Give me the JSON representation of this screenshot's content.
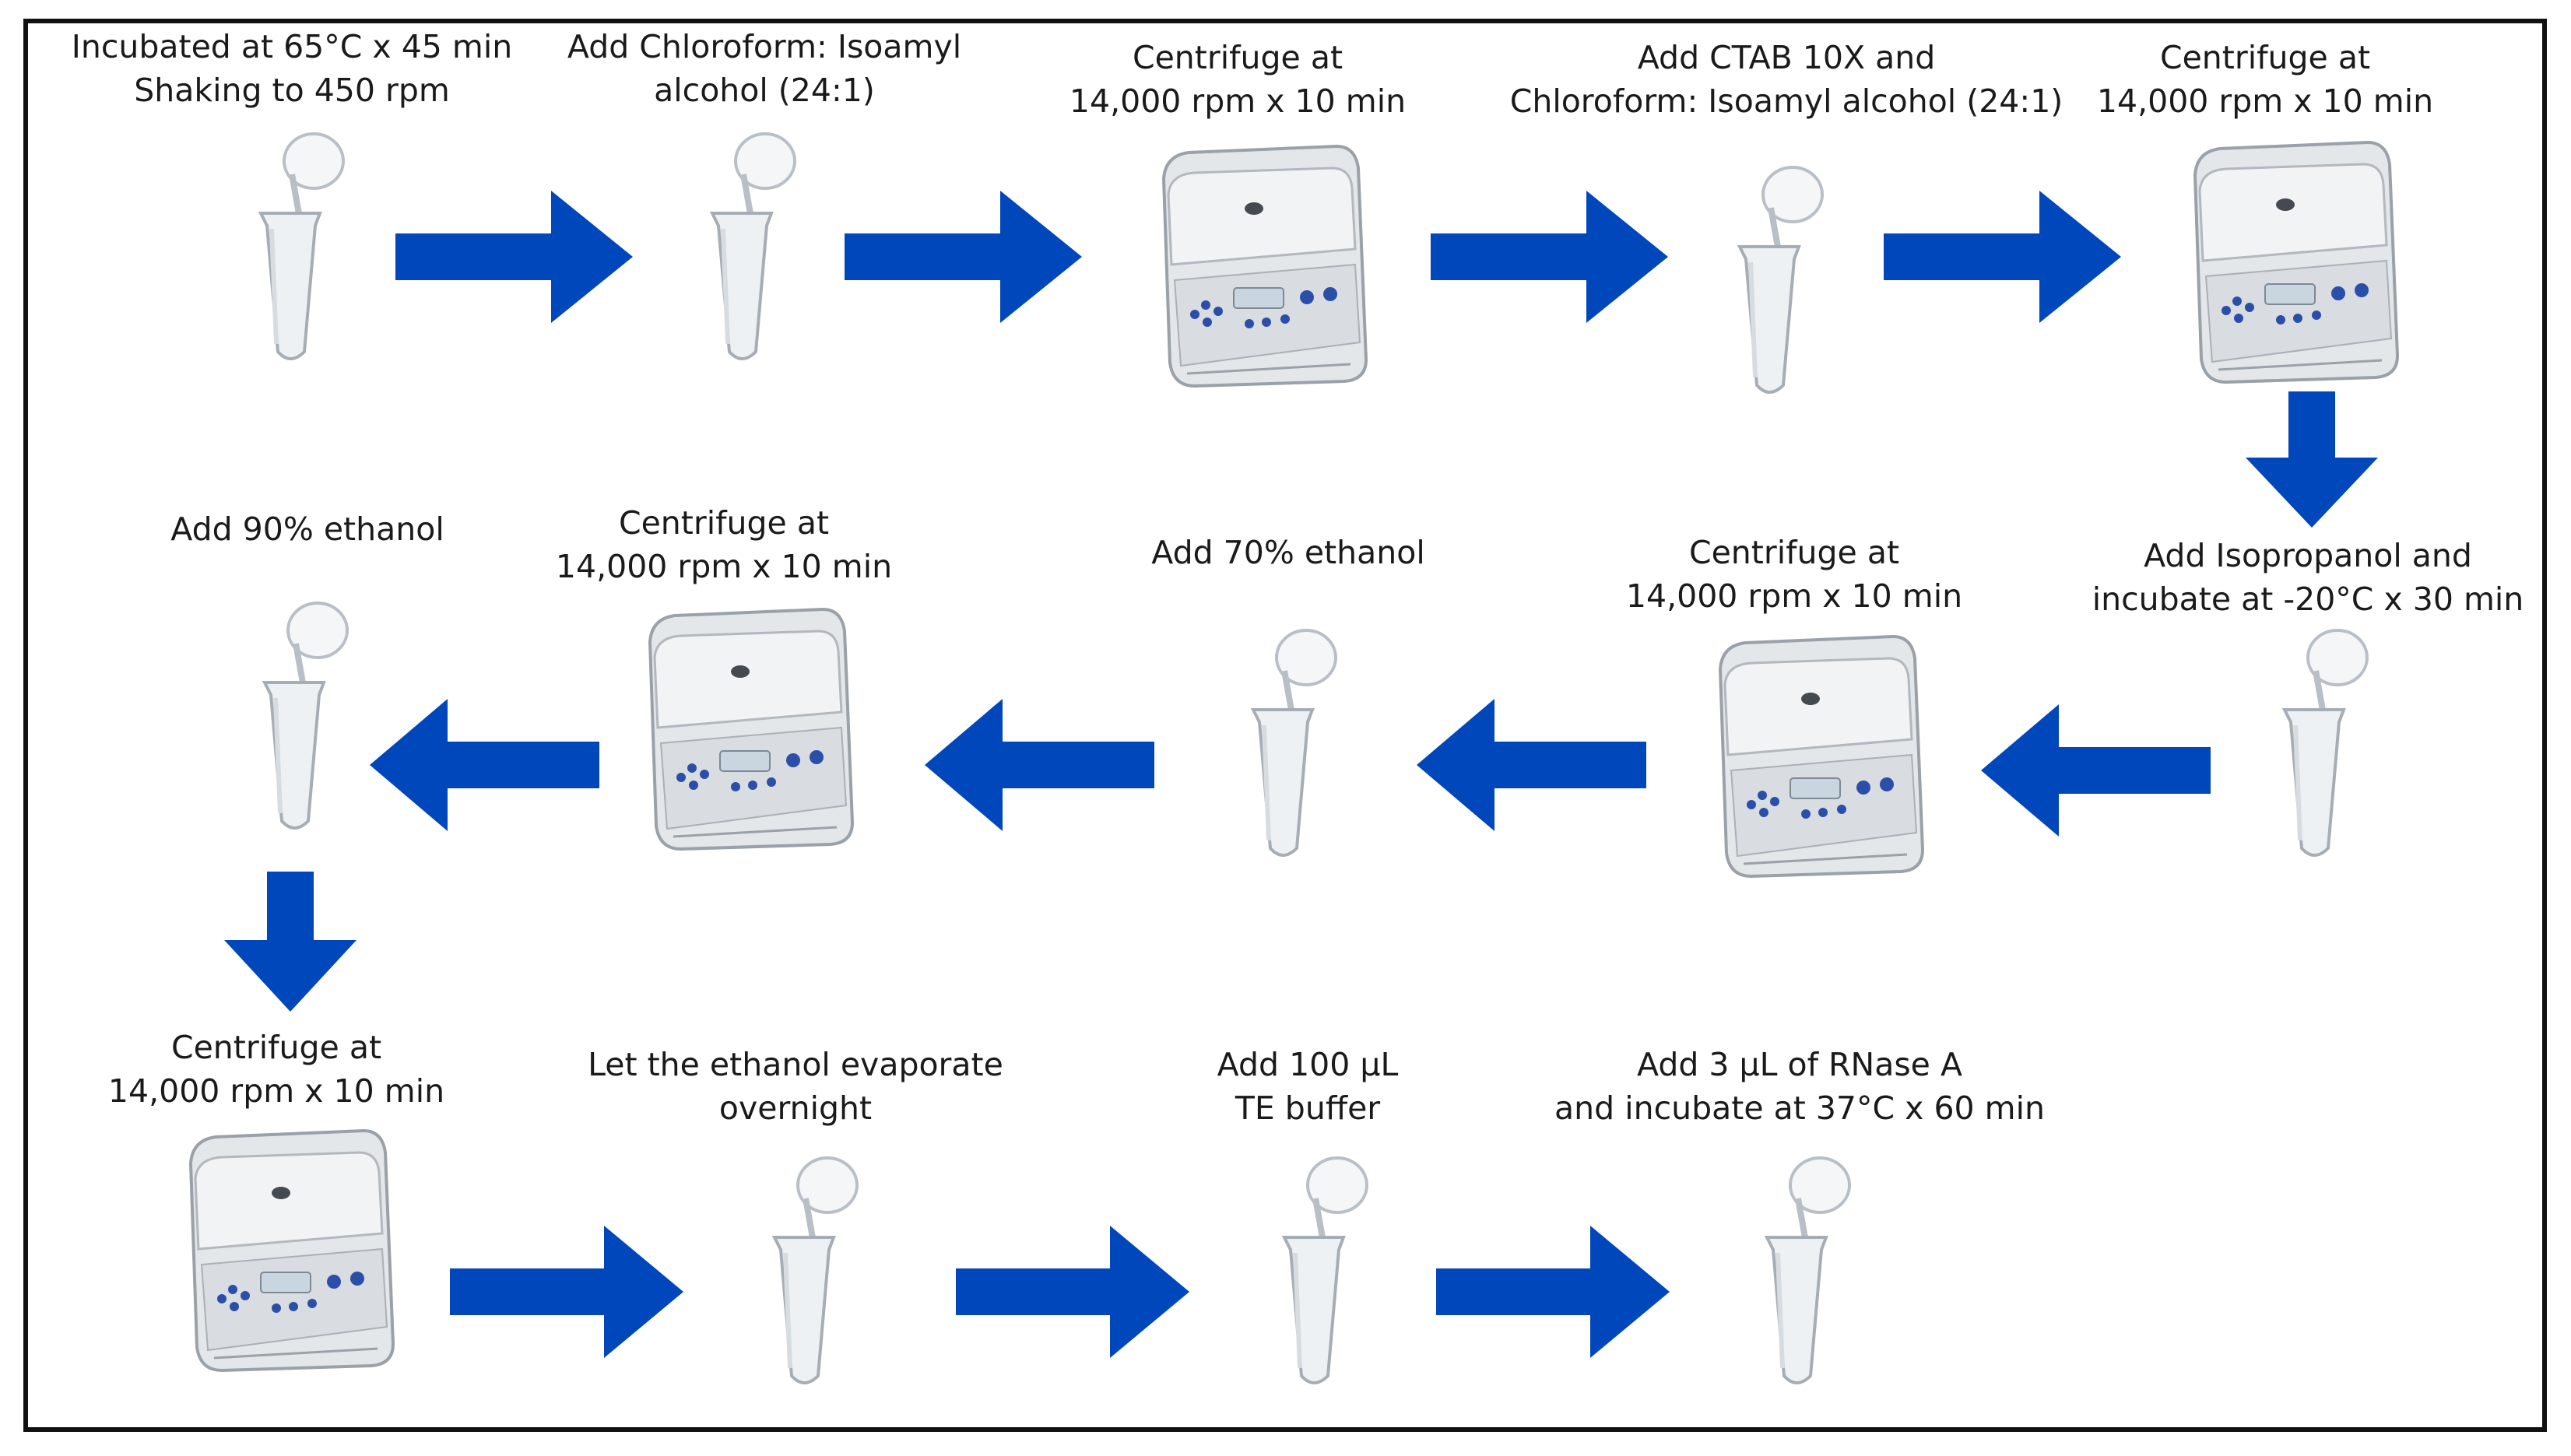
{
  "colors": {
    "arrow": "#0047bb",
    "border": "#111111",
    "text": "#1a1a1a"
  },
  "steps": [
    {
      "label": "Incubated at 65°C x 45 min\nShaking to 450 rpm",
      "icon": "tube-icon"
    },
    {
      "label": "Add Chloroform: Isoamyl\nalcohol (24:1)",
      "icon": "tube-icon"
    },
    {
      "label": "Centrifuge at\n14,000 rpm x 10 min",
      "icon": "centrifuge-icon"
    },
    {
      "label": "Add CTAB 10X and\nChloroform: Isoamyl alcohol (24:1)",
      "icon": "tube-icon"
    },
    {
      "label": "Centrifuge at\n14,000 rpm x 10 min",
      "icon": "centrifuge-icon"
    },
    {
      "label": "Add Isopropanol and\nincubate at -20°C x 30 min",
      "icon": "tube-icon"
    },
    {
      "label": "Centrifuge at\n14,000 rpm x 10 min",
      "icon": "centrifuge-icon"
    },
    {
      "label": "Add 70% ethanol",
      "icon": "tube-icon"
    },
    {
      "label": "Centrifuge at\n14,000 rpm x 10 min",
      "icon": "centrifuge-icon"
    },
    {
      "label": "Add 90% ethanol",
      "icon": "tube-icon"
    },
    {
      "label": "Centrifuge at\n14,000 rpm x 10 min",
      "icon": "centrifuge-icon"
    },
    {
      "label": "Let the ethanol evaporate\novernight",
      "icon": "tube-icon"
    },
    {
      "label": "Add 100 µL\nTE buffer",
      "icon": "tube-icon"
    },
    {
      "label": "Add 3 µL of RNase A\nand incubate at 37°C x 60 min",
      "icon": "tube-icon"
    }
  ],
  "arrows": [
    {
      "from": 1,
      "to": 2,
      "direction": "right"
    },
    {
      "from": 2,
      "to": 3,
      "direction": "right"
    },
    {
      "from": 3,
      "to": 4,
      "direction": "right"
    },
    {
      "from": 4,
      "to": 5,
      "direction": "right"
    },
    {
      "from": 5,
      "to": 6,
      "direction": "down"
    },
    {
      "from": 6,
      "to": 7,
      "direction": "left"
    },
    {
      "from": 7,
      "to": 8,
      "direction": "left"
    },
    {
      "from": 8,
      "to": 9,
      "direction": "left"
    },
    {
      "from": 9,
      "to": 10,
      "direction": "left"
    },
    {
      "from": 10,
      "to": 11,
      "direction": "down"
    },
    {
      "from": 11,
      "to": 12,
      "direction": "right"
    },
    {
      "from": 12,
      "to": 13,
      "direction": "right"
    },
    {
      "from": 13,
      "to": 14,
      "direction": "right"
    }
  ]
}
